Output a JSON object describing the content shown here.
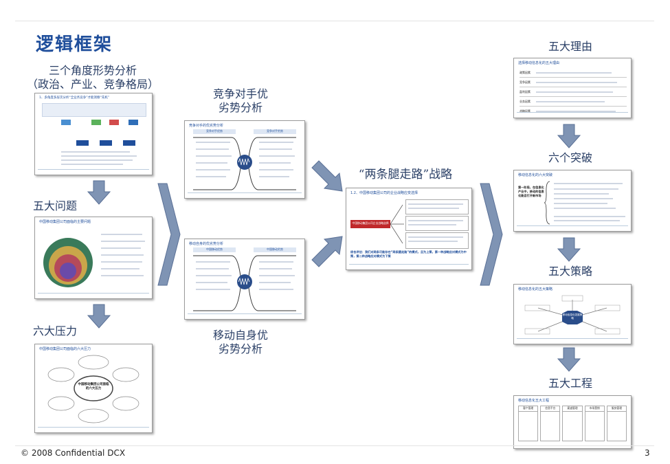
{
  "page": {
    "title": "逻辑框架",
    "footer_left": "© 2008 Confidential DCX",
    "page_number": "3"
  },
  "labels": {
    "three_angle_line1": "三个角度形势分析",
    "three_angle_line2": "（政治、产业、竞争格局）",
    "five_problems": "五大问题",
    "six_pressures": "六大压力",
    "competitor_line1": "竞争对手优",
    "competitor_line2": "劣势分析",
    "mobile_line1": "移动自身优",
    "mobile_line2": "劣势分析",
    "strategy": "“两条腿走路”战略",
    "five_reasons": "五大理由",
    "six_breakthroughs": "六个突破",
    "five_strategies": "五大策略",
    "five_projects": "五大工程"
  },
  "thumbnails": {
    "three_angle": "1、多角度多层次分析“全业务竞争”才能洞察“先机”",
    "five_problems": "中国移动集团公司面临的主要问题",
    "six_pressures": "中国移动集团公司面临的六大压力",
    "six_pressures_center": "中国移动集团公司面临的六大压力",
    "competitor": "竞争对手的优劣势分析",
    "competitor_left": "竞争对手优势",
    "competitor_right": "竞争对手劣势",
    "mobile": "移动自身的优劣势分析",
    "mobile_left": "中国移动优势",
    "mobile_right": "中国移动劣势",
    "strategy": "1.2、中国移动集团公司的企业战略应变选择",
    "strategy_box": "中国移动集团公司企业战略选择",
    "strategy_summary": "综合评估：我们对两条可能存在“两条腿走路”的模式，且为上策，第一种战略应对模式为中策，第二种战略应对模式为下策",
    "five_reasons": "选择移动信息化的五大理由",
    "five_reasons_rows": [
      "政策因素",
      "竞争因素",
      "盈利因素",
      "业务因素",
      "战略因素"
    ],
    "six_breakthroughs": "移动信息化的六大突破",
    "six_breakthroughs_left": "第一阶段，在信息化产业中，移动的信息化能否打开新市场",
    "five_strategies": "移动信息化的五大策略",
    "five_strategies_center": "移动信息化发展策略",
    "five_projects": "移动信息化五大工程",
    "five_projects_cols": [
      "客户管理",
      "信息平台",
      "渠道管理",
      "市场营销",
      "服务管理"
    ]
  },
  "colors": {
    "title": "#1f4e9b",
    "label": "#2a3f66",
    "arrow": "#7f94b4",
    "arrow_edge": "#5a7096",
    "strategy_box": "#c0282a"
  }
}
